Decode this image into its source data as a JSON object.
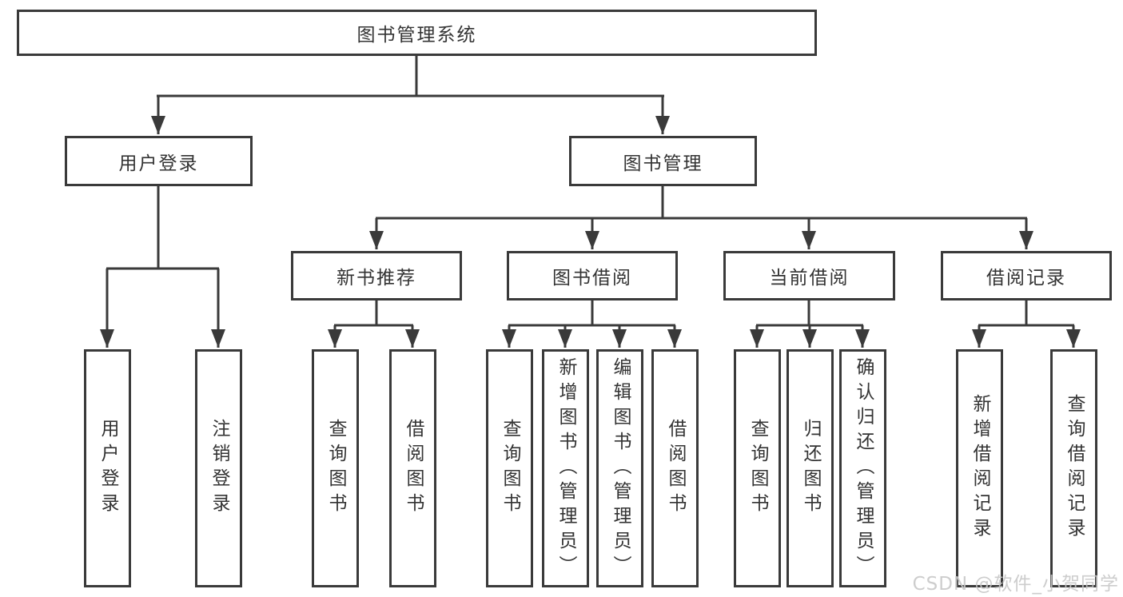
{
  "nodes": {
    "root": "图书管理系统",
    "user_login": "用户登录",
    "book_mgmt": "图书管理",
    "new_book_rec": "新书推荐",
    "book_borrow": "图书借阅",
    "current_borrow": "当前借阅",
    "borrow_records": "借阅记录",
    "leaves": {
      "user_login": [
        "用户登录",
        "注销登录"
      ],
      "new_book_rec": [
        "查询图书",
        "借阅图书"
      ],
      "book_borrow": [
        "查询图书",
        "新增图书（管理员）",
        "编辑图书（管理员）",
        "借阅图书"
      ],
      "current_borrow": [
        "查询图书",
        "归还图书",
        "确认归还（管理员）"
      ],
      "borrow_records": [
        "新增借阅记录",
        "查询借阅记录"
      ]
    }
  },
  "watermark": "CSDN @软件_小贺同学",
  "colors": {
    "line": "#3a3a3a",
    "text": "#333333",
    "watermark": "#c8c8c8",
    "background": "#ffffff"
  }
}
